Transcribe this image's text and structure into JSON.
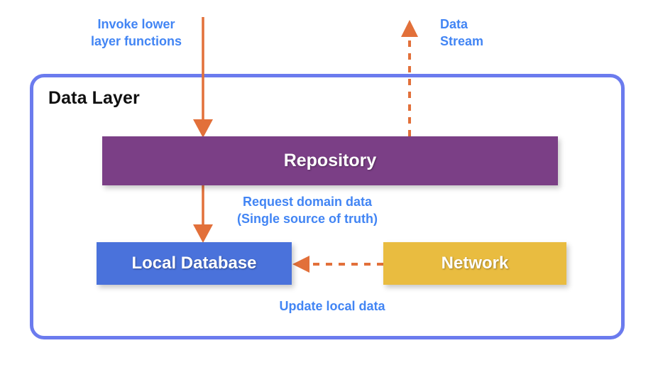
{
  "diagram": {
    "container": {
      "title": "Data Layer",
      "border_color": "#6B7BEE"
    },
    "nodes": [
      {
        "id": "repository",
        "label": "Repository",
        "color": "#7B3F86"
      },
      {
        "id": "local-database",
        "label": "Local Database",
        "color": "#4A72DB"
      },
      {
        "id": "network",
        "label": "Network",
        "color": "#E9BC40"
      }
    ],
    "annotations": [
      {
        "id": "invoke",
        "text": "Invoke lower\nlayer functions"
      },
      {
        "id": "stream",
        "text": "Data\nStream"
      },
      {
        "id": "request",
        "text": "Request domain data\n(Single source of truth)"
      },
      {
        "id": "update",
        "text": "Update local data"
      }
    ],
    "arrows": [
      {
        "id": "invoke-arrow",
        "style": "solid",
        "direction": "down",
        "color": "#E2703A",
        "from": "external",
        "to": "repository"
      },
      {
        "id": "stream-arrow",
        "style": "dashed",
        "direction": "up",
        "color": "#E2703A",
        "from": "repository",
        "to": "external"
      },
      {
        "id": "request-arrow",
        "style": "solid",
        "direction": "down",
        "color": "#E2703A",
        "from": "repository",
        "to": "local-database"
      },
      {
        "id": "update-arrow",
        "style": "dashed",
        "direction": "left",
        "color": "#E2703A",
        "from": "network",
        "to": "local-database"
      }
    ],
    "colors": {
      "label_blue": "#4285F4",
      "arrow_orange": "#E2703A",
      "title_black": "#101010",
      "background": "#FFFFFF"
    }
  }
}
